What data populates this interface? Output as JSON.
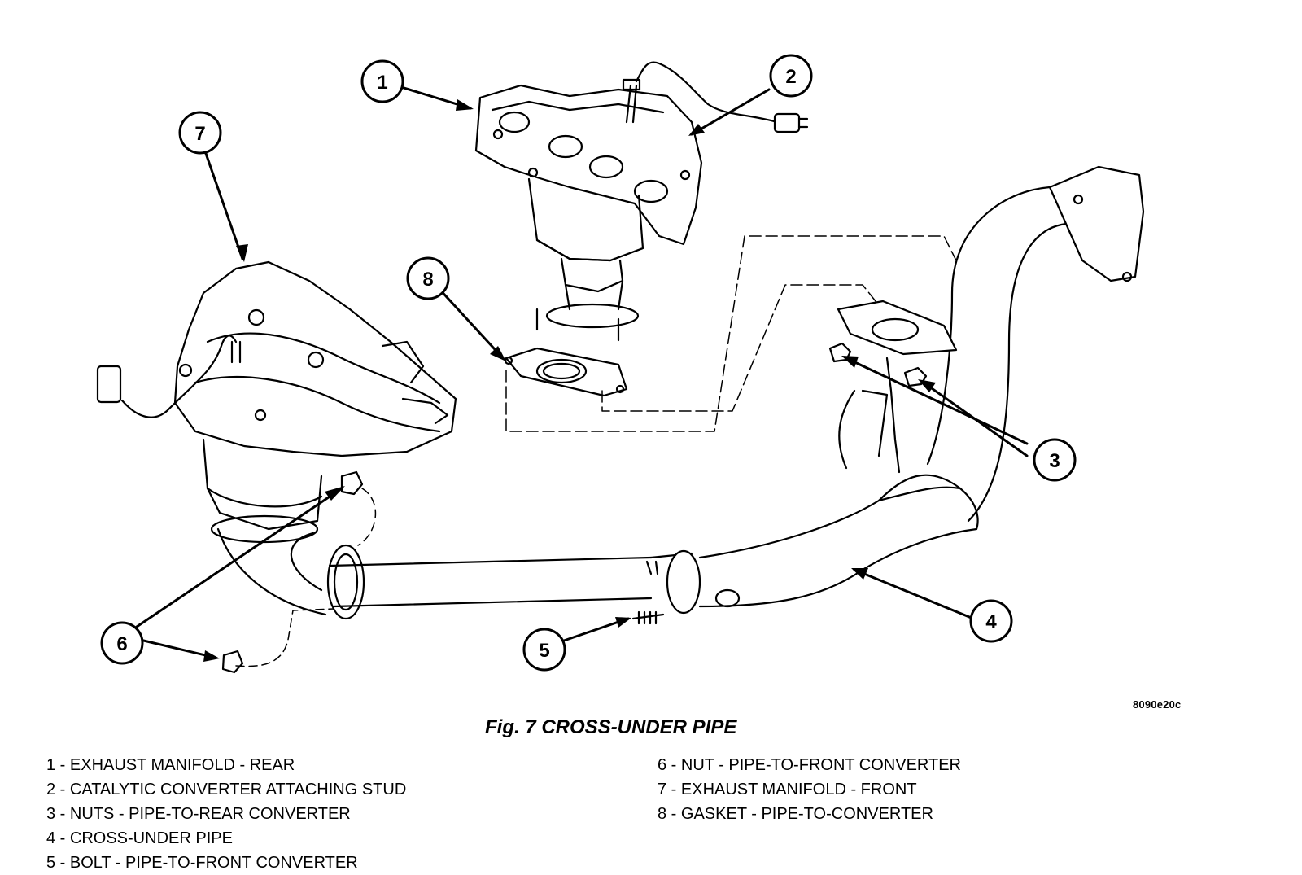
{
  "figure": {
    "title": "Fig. 7 CROSS-UNDER PIPE",
    "code": "8090e20c"
  },
  "callouts": [
    "1",
    "2",
    "3",
    "4",
    "5",
    "6",
    "7",
    "8"
  ],
  "legend": {
    "left": [
      "1 - EXHAUST MANIFOLD - REAR",
      "2 - CATALYTIC CONVERTER ATTACHING STUD",
      "3 - NUTS - PIPE-TO-REAR CONVERTER",
      "4 - CROSS-UNDER PIPE",
      "5 - BOLT - PIPE-TO-FRONT CONVERTER"
    ],
    "right": [
      "6 - NUT - PIPE-TO-FRONT CONVERTER",
      "7 - EXHAUST MANIFOLD - FRONT",
      "8 - GASKET - PIPE-TO-CONVERTER"
    ]
  }
}
